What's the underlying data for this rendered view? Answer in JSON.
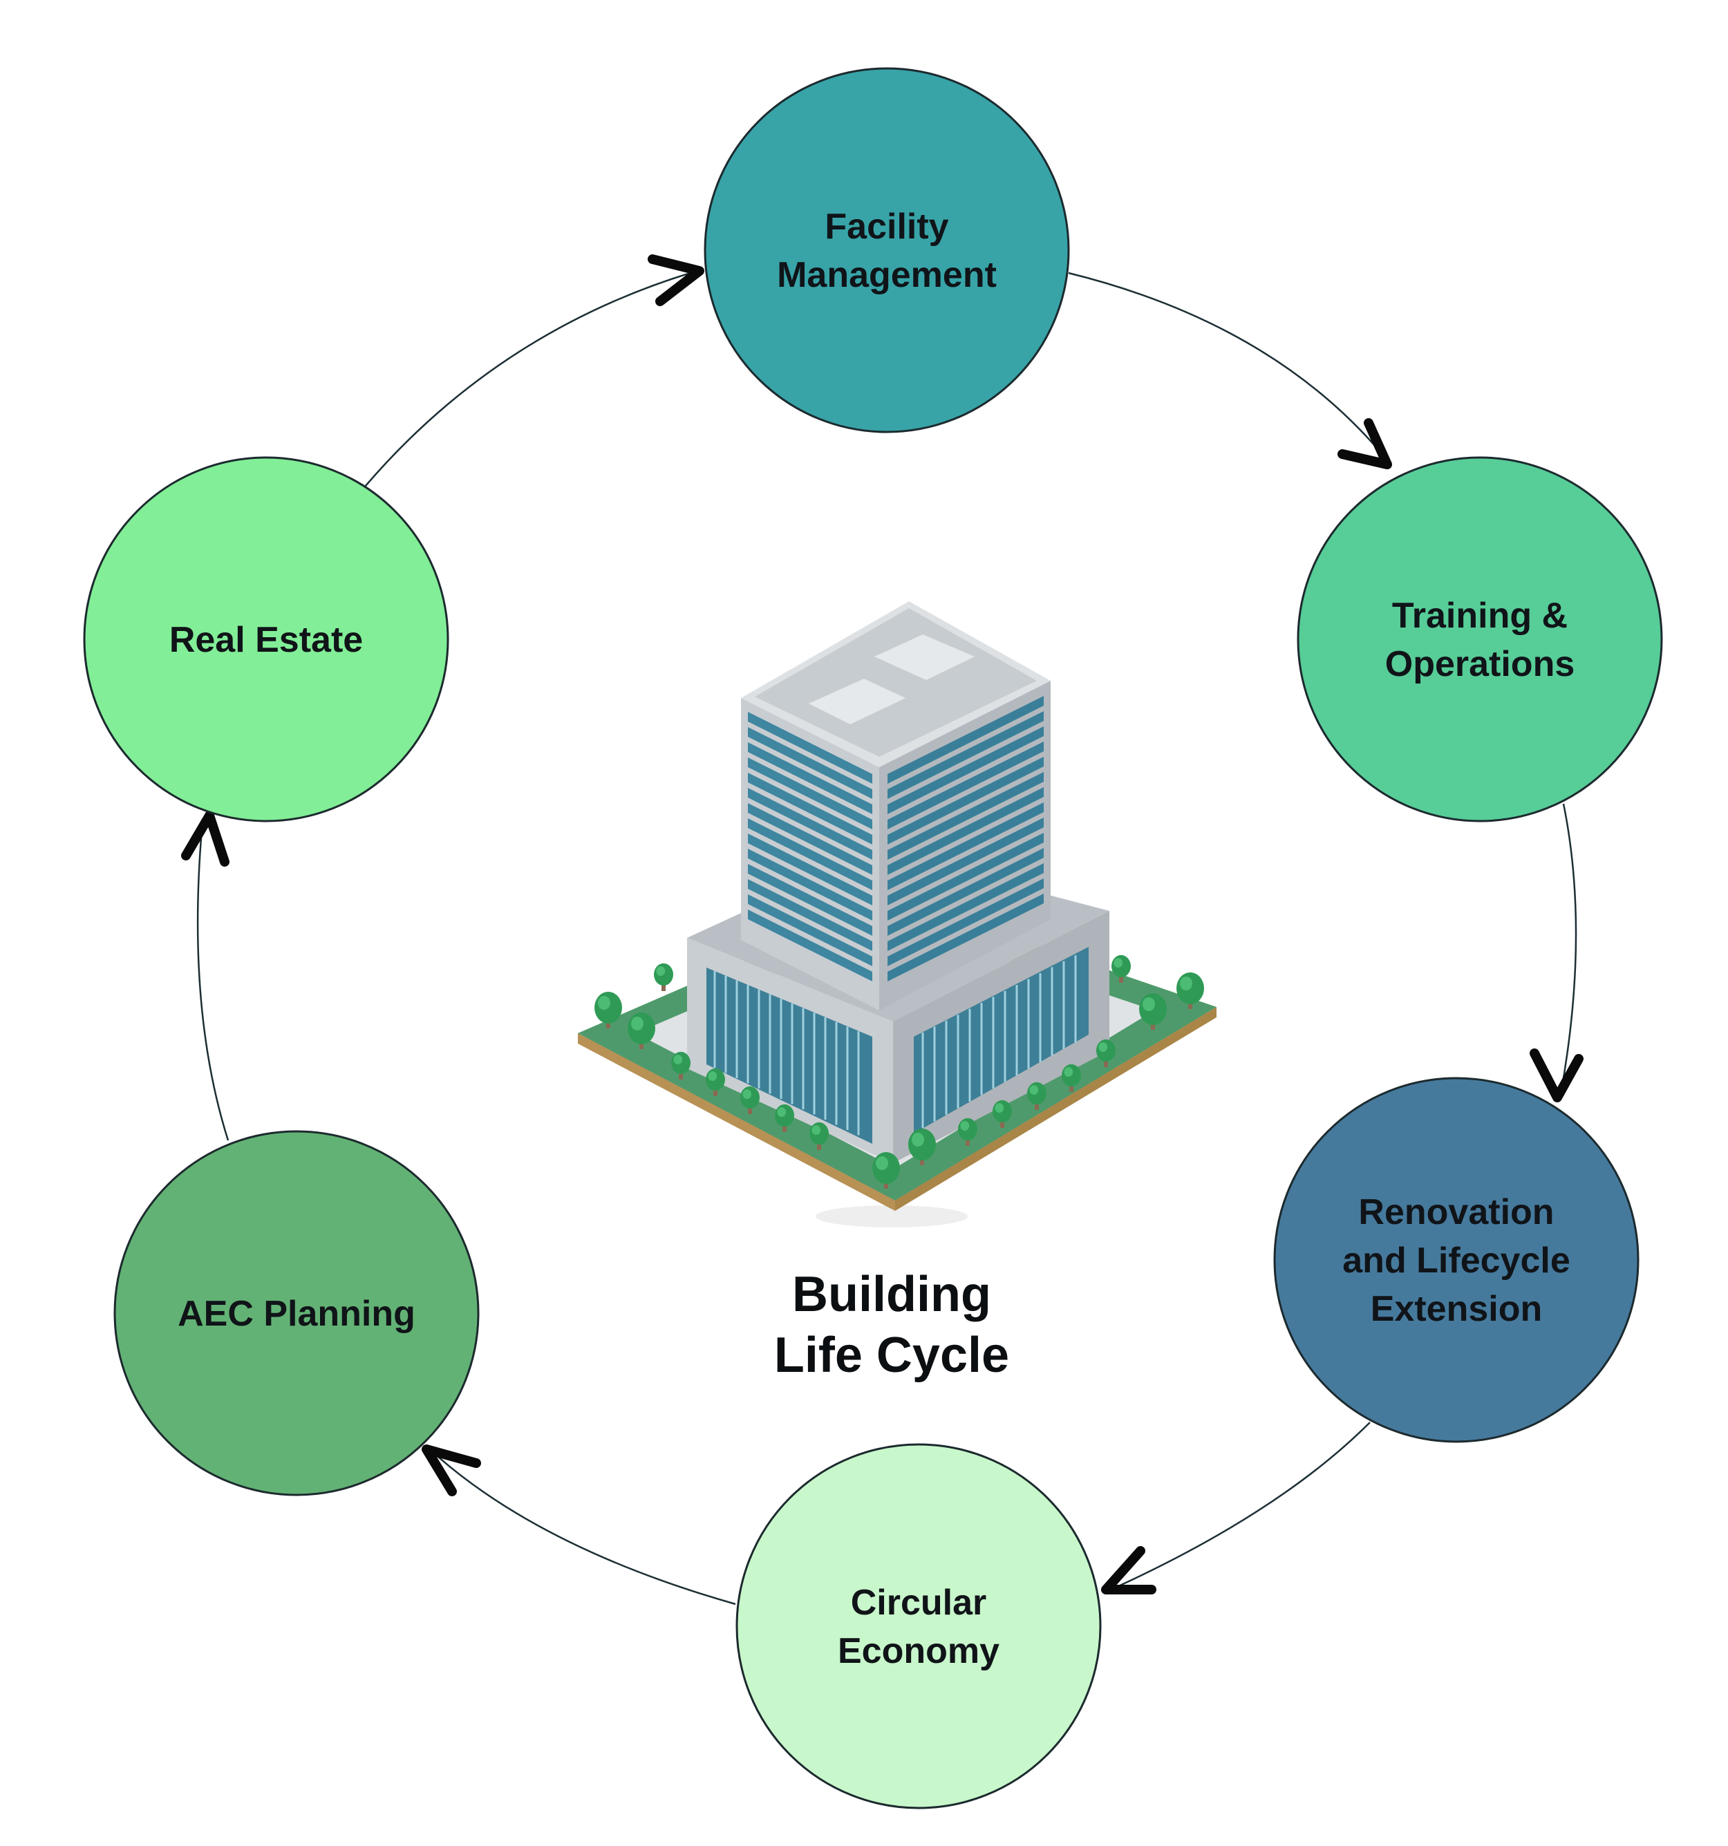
{
  "diagram": {
    "center_title": [
      "Building",
      "Life Cycle"
    ],
    "nodes": [
      {
        "id": "facility-management",
        "lines": [
          "Facility",
          "Management"
        ],
        "color": "#38a4a8"
      },
      {
        "id": "training-operations",
        "lines": [
          "Training &",
          "Operations"
        ],
        "color": "#57cd98"
      },
      {
        "id": "renovation-lifecycle-extension",
        "lines": [
          "Renovation",
          "and Lifecycle",
          "Extension"
        ],
        "color": "#467a9d"
      },
      {
        "id": "circular-economy",
        "lines": [
          "Circular",
          "Economy"
        ],
        "color": "#c8f7cb"
      },
      {
        "id": "aec-planning",
        "lines": [
          "AEC Planning"
        ],
        "color": "#63b275"
      },
      {
        "id": "real-estate",
        "lines": [
          "Real Estate"
        ],
        "color": "#82ee97"
      }
    ],
    "flow": "clockwise",
    "illustration": "isometric-office-building-icon"
  }
}
